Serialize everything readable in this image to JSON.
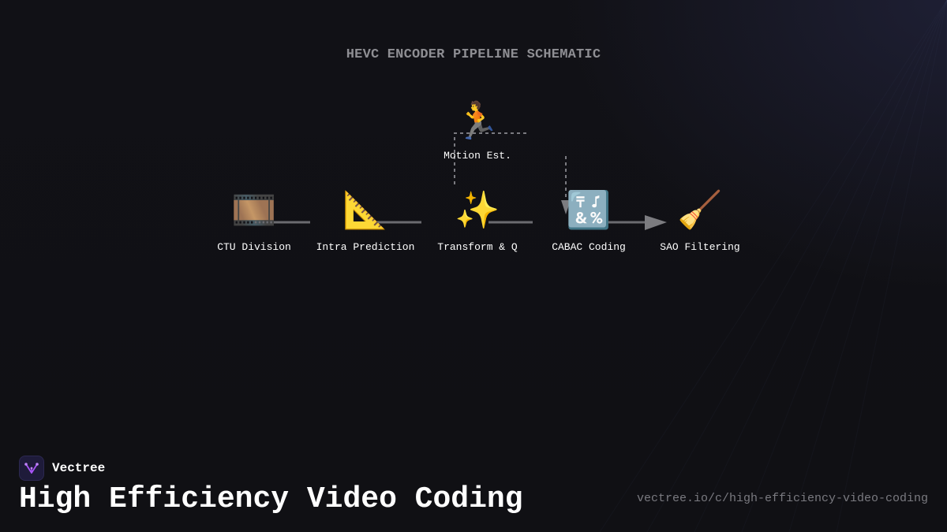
{
  "diagram": {
    "title": "HEVC ENCODER PIPELINE SCHEMATIC",
    "nodes": [
      {
        "id": "ctu",
        "label": "CTU Division",
        "icon": "film-frames-icon",
        "glyph": "🎞️"
      },
      {
        "id": "intra",
        "label": "Intra Prediction",
        "icon": "triangular-ruler-icon",
        "glyph": "📐"
      },
      {
        "id": "transform",
        "label": "Transform & Q",
        "icon": "sparkles-icon",
        "glyph": "✨"
      },
      {
        "id": "cabac",
        "label": "CABAC Coding",
        "icon": "symbols-icon",
        "glyph": "🔣"
      },
      {
        "id": "sao",
        "label": "SAO Filtering",
        "icon": "broom-icon",
        "glyph": "🧹"
      }
    ],
    "side_node": {
      "id": "motion",
      "label": "Motion Est.",
      "icon": "running-person-icon",
      "glyph": "🏃"
    },
    "edges": [
      {
        "from": "ctu",
        "to": "intra",
        "style": "solid"
      },
      {
        "from": "intra",
        "to": "transform",
        "style": "solid"
      },
      {
        "from": "transform",
        "to": "cabac",
        "style": "solid"
      },
      {
        "from": "cabac",
        "to": "sao",
        "style": "solid-arrow"
      },
      {
        "from": "transform",
        "to": "motion",
        "style": "dashed"
      },
      {
        "from": "motion",
        "to": "cabac",
        "style": "dashed-arrow"
      }
    ],
    "colors": {
      "edge": "#6b6b70",
      "dashed_edge": "#7a7a80",
      "arrowhead": "#7c7c80"
    }
  },
  "brand": {
    "name": "Vectree",
    "logo_icon": "vectree-logo-icon",
    "accent": "#a855f7"
  },
  "footer": {
    "title": "High Efficiency Video Coding",
    "url": "vectree.io/c/high-efficiency-video-coding"
  }
}
